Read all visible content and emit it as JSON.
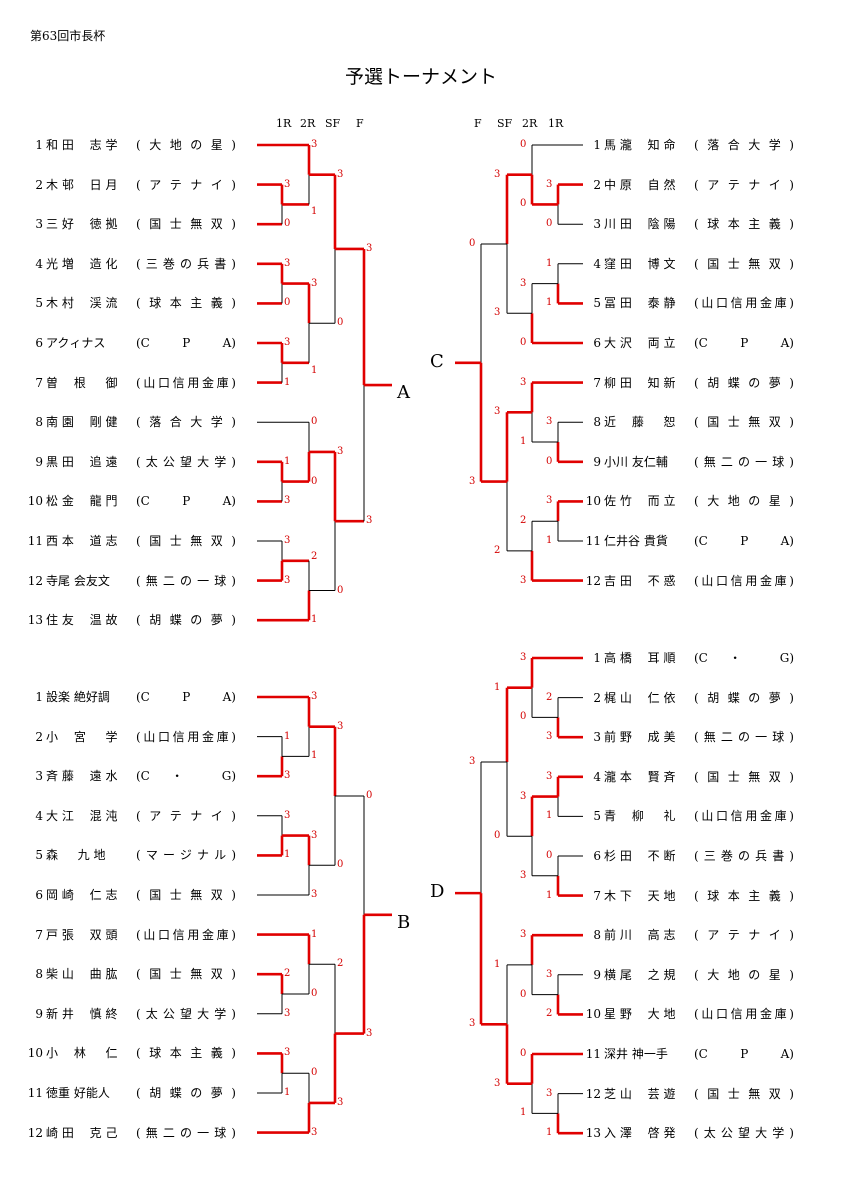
{
  "header": {
    "event": "第63回市長杯",
    "title": "予選トーナメント"
  },
  "round_labels_left": [
    "1R",
    "2R",
    "SF",
    "F"
  ],
  "round_labels_right": [
    "F",
    "SF",
    "2R",
    "1R"
  ],
  "blocks": [
    {
      "letter": "A",
      "players": [
        {
          "no": "1",
          "name": "和 田 　志 学",
          "team": "大地の星"
        },
        {
          "no": "2",
          "name": "木 邨 　日 月",
          "team": "アテナイ"
        },
        {
          "no": "3",
          "name": "三 好 　徳 拠",
          "team": "国士無双"
        },
        {
          "no": "4",
          "name": "光 増 　造 化",
          "team": "三巻の兵書"
        },
        {
          "no": "5",
          "name": "木 村 　渓 流",
          "team": "球本主義"
        },
        {
          "no": "6",
          "name": "アクィナス",
          "team": "C P A"
        },
        {
          "no": "7",
          "name": "曽 　根 　 御",
          "team": "山口信用金庫"
        },
        {
          "no": "8",
          "name": "南 園 　剛 健",
          "team": "落合大学"
        },
        {
          "no": "9",
          "name": "黒 田 　追 遠",
          "team": "太公望大学"
        },
        {
          "no": "10",
          "name": "松 金 　龍 門",
          "team": "C P A"
        },
        {
          "no": "11",
          "name": "西 本 　道 志",
          "team": "国士無双"
        },
        {
          "no": "12",
          "name": "寺尾 会友文",
          "team": "無二の一球"
        },
        {
          "no": "13",
          "name": "住 友 　温 故",
          "team": "胡蝶の夢"
        }
      ]
    },
    {
      "letter": "B",
      "players": [
        {
          "no": "1",
          "name": "設楽 絶好調",
          "team": "C P A"
        },
        {
          "no": "2",
          "name": "小 　宮 　 学",
          "team": "山口信用金庫"
        },
        {
          "no": "3",
          "name": "斉 藤 　遠 水",
          "team": "C ・ G"
        },
        {
          "no": "4",
          "name": "大 江 　混 沌",
          "team": "アテナイ"
        },
        {
          "no": "5",
          "name": "森 　 九 地",
          "team": "マージナル"
        },
        {
          "no": "6",
          "name": "岡 崎 　仁 志",
          "team": "国士無双"
        },
        {
          "no": "7",
          "name": "戸 張 　双 頭",
          "team": "山口信用金庫"
        },
        {
          "no": "8",
          "name": "柴 山 　曲 肱",
          "team": "国士無双"
        },
        {
          "no": "9",
          "name": "新 井 　慎 終",
          "team": "太公望大学"
        },
        {
          "no": "10",
          "name": "小 　林 　 仁",
          "team": "球本主義"
        },
        {
          "no": "11",
          "name": "徳重 好能人",
          "team": "胡蝶の夢"
        },
        {
          "no": "12",
          "name": "崎 田 　克 己",
          "team": "無二の一球"
        }
      ]
    },
    {
      "letter": "C",
      "players": [
        {
          "no": "1",
          "name": "馬 瀧 　知 命",
          "team": "落合大学"
        },
        {
          "no": "2",
          "name": "中 原 　自 然",
          "team": "アテナイ"
        },
        {
          "no": "3",
          "name": "川 田 　陰 陽",
          "team": "球本主義"
        },
        {
          "no": "4",
          "name": "窪 田 　博 文",
          "team": "国士無双"
        },
        {
          "no": "5",
          "name": "冨 田 　泰 静",
          "team": "山口信用金庫"
        },
        {
          "no": "6",
          "name": "大 沢 　両 立",
          "team": "C P A"
        },
        {
          "no": "7",
          "name": "柳 田 　知 新",
          "team": "胡蝶の夢"
        },
        {
          "no": "8",
          "name": "近 　藤 　 恕",
          "team": "国士無双"
        },
        {
          "no": "9",
          "name": "小川 友仁輔",
          "team": "無二の一球"
        },
        {
          "no": "10",
          "name": "佐 竹 　而 立",
          "team": "大地の星"
        },
        {
          "no": "11",
          "name": "仁井谷 貴貨",
          "team": "C P A"
        },
        {
          "no": "12",
          "name": "吉 田 　不 惑",
          "team": "山口信用金庫"
        }
      ]
    },
    {
      "letter": "D",
      "players": [
        {
          "no": "1",
          "name": "高 橋 　耳 順",
          "team": "C ・ G"
        },
        {
          "no": "2",
          "name": "梶 山 　仁 依",
          "team": "胡蝶の夢"
        },
        {
          "no": "3",
          "name": "前 野 　成 美",
          "team": "無二の一球"
        },
        {
          "no": "4",
          "name": "瀧 本 　賢 斉",
          "team": "国士無双"
        },
        {
          "no": "5",
          "name": "青 　柳 　 礼",
          "team": "山口信用金庫"
        },
        {
          "no": "6",
          "name": "杉 田 　不 断",
          "team": "三巻の兵書"
        },
        {
          "no": "7",
          "name": "木 下 　天 地",
          "team": "球本主義"
        },
        {
          "no": "8",
          "name": "前 川 　高 志",
          "team": "アテナイ"
        },
        {
          "no": "9",
          "name": "横 尾 　之 規",
          "team": "大地の星"
        },
        {
          "no": "10",
          "name": "星 野 　大 地",
          "team": "山口信用金庫"
        },
        {
          "no": "11",
          "name": "深井 神一手",
          "team": "C P A"
        },
        {
          "no": "12",
          "name": "芝 山 　芸 遊",
          "team": "国士無双"
        },
        {
          "no": "13",
          "name": "入 澤 　啓 発",
          "team": "太公望大学"
        }
      ]
    }
  ],
  "scores": {
    "A": [
      "3",
      "3",
      "1",
      "3",
      "0",
      "3",
      "3",
      "0",
      "3",
      "1",
      "1",
      "0",
      "3",
      "1",
      "3",
      "0",
      "2",
      "3",
      "3",
      "0",
      "1",
      "3"
    ],
    "B": [
      "3",
      "3",
      "0",
      "1",
      "3",
      "1",
      "3",
      "1",
      "3",
      "1",
      "0",
      "3",
      "2",
      "3",
      "0",
      "0",
      "3",
      "1",
      "3",
      "3",
      "3"
    ],
    "C": [
      "0",
      "3",
      "3",
      "0",
      "0",
      "1",
      "3",
      "1",
      "3",
      "0",
      "3",
      "3",
      "1",
      "0",
      "3",
      "3",
      "2",
      "1",
      "2",
      "3"
    ],
    "D": [
      "3",
      "2",
      "0",
      "3",
      "1",
      "3",
      "3",
      "1",
      "0",
      "3",
      "1",
      "0",
      "3",
      "3",
      "3",
      "0",
      "2",
      "1",
      "3",
      "3",
      "0",
      "3",
      "1"
    ]
  },
  "colors": {
    "win": "#e00000",
    "line": "#000000"
  }
}
